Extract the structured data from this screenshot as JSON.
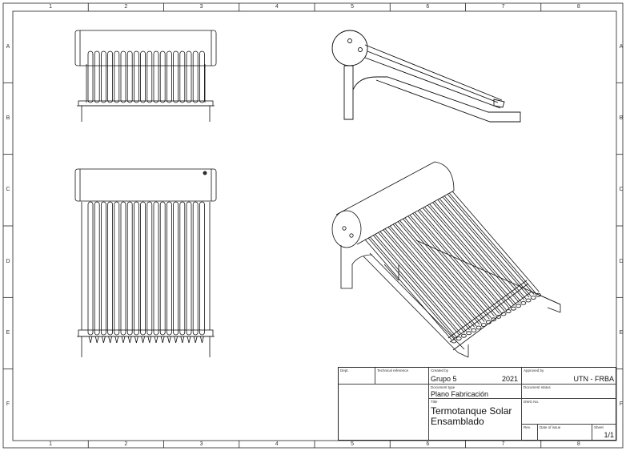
{
  "border": {
    "columns": [
      "1",
      "2",
      "3",
      "4",
      "5",
      "6",
      "7",
      "8"
    ],
    "rows": [
      "A",
      "B",
      "C",
      "D",
      "E",
      "F"
    ]
  },
  "views": {
    "front_top": "front-elevation",
    "side_right": "side-elevation",
    "top_left": "plan-view",
    "iso": "isometric-view"
  },
  "title_block": {
    "dept_caption": "Dept.",
    "techref_caption": "Technical reference",
    "created_caption": "Created by",
    "created_value": "Grupo 5",
    "year_value": "2021",
    "approved_caption": "Approved by",
    "approved_value": "UTN - FRBA",
    "doctype_caption": "Document type",
    "doctype_value": "Plano Fabricación",
    "docstatus_caption": "Document status",
    "title_caption": "Title",
    "title_line1": "Termotanque Solar",
    "title_line2": "Ensamblado",
    "dwg_caption": "DWG No.",
    "rev_caption": "Rev.",
    "issue_caption": "Date of issue",
    "sheet_caption": "Sheet",
    "sheet_value": "1/1"
  }
}
